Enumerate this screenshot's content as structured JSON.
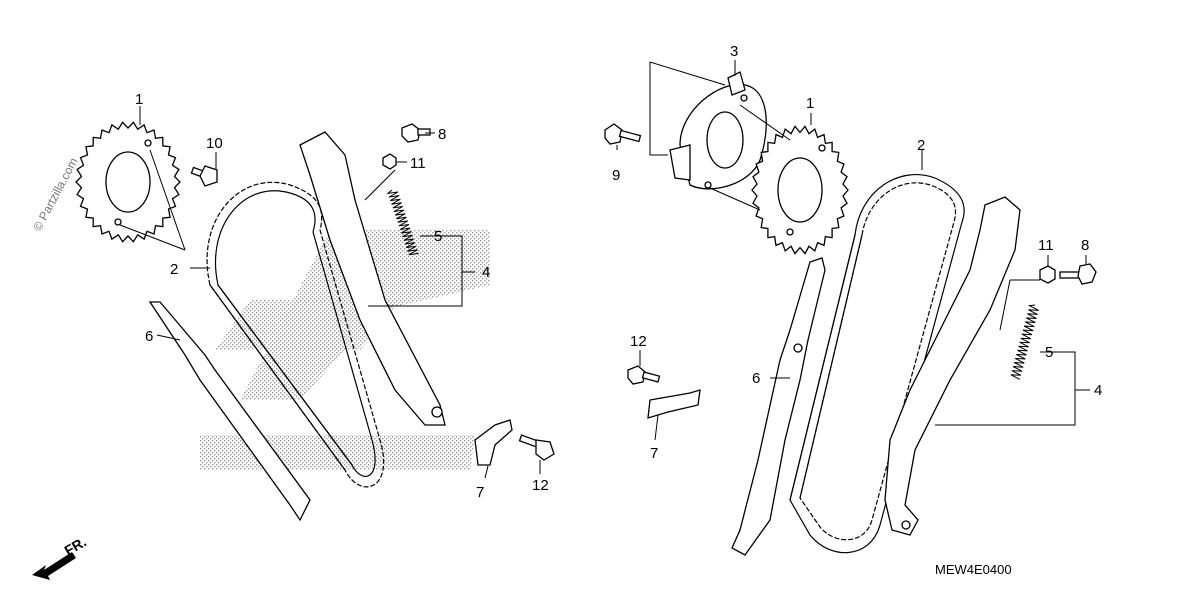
{
  "diagram": {
    "code": "MEW4E0400",
    "watermark": "© Partzilla.com",
    "direction_label": "FR.",
    "left_callouts": [
      {
        "id": "l-1",
        "label": "1"
      },
      {
        "id": "l-2",
        "label": "2"
      },
      {
        "id": "l-4",
        "label": "4"
      },
      {
        "id": "l-5",
        "label": "5"
      },
      {
        "id": "l-6",
        "label": "6"
      },
      {
        "id": "l-7",
        "label": "7"
      },
      {
        "id": "l-8",
        "label": "8"
      },
      {
        "id": "l-10",
        "label": "10"
      },
      {
        "id": "l-11",
        "label": "11"
      },
      {
        "id": "l-12",
        "label": "12"
      }
    ],
    "right_callouts": [
      {
        "id": "r-1",
        "label": "1"
      },
      {
        "id": "r-2",
        "label": "2"
      },
      {
        "id": "r-3",
        "label": "3"
      },
      {
        "id": "r-4",
        "label": "4"
      },
      {
        "id": "r-5",
        "label": "5"
      },
      {
        "id": "r-6",
        "label": "6"
      },
      {
        "id": "r-7",
        "label": "7"
      },
      {
        "id": "r-8",
        "label": "8"
      },
      {
        "id": "r-9",
        "label": "9"
      },
      {
        "id": "r-11",
        "label": "11"
      },
      {
        "id": "r-12",
        "label": "12"
      }
    ],
    "colors": {
      "line": "#000000",
      "background": "#ffffff",
      "watermark_dots": "#9a9a9a"
    }
  }
}
